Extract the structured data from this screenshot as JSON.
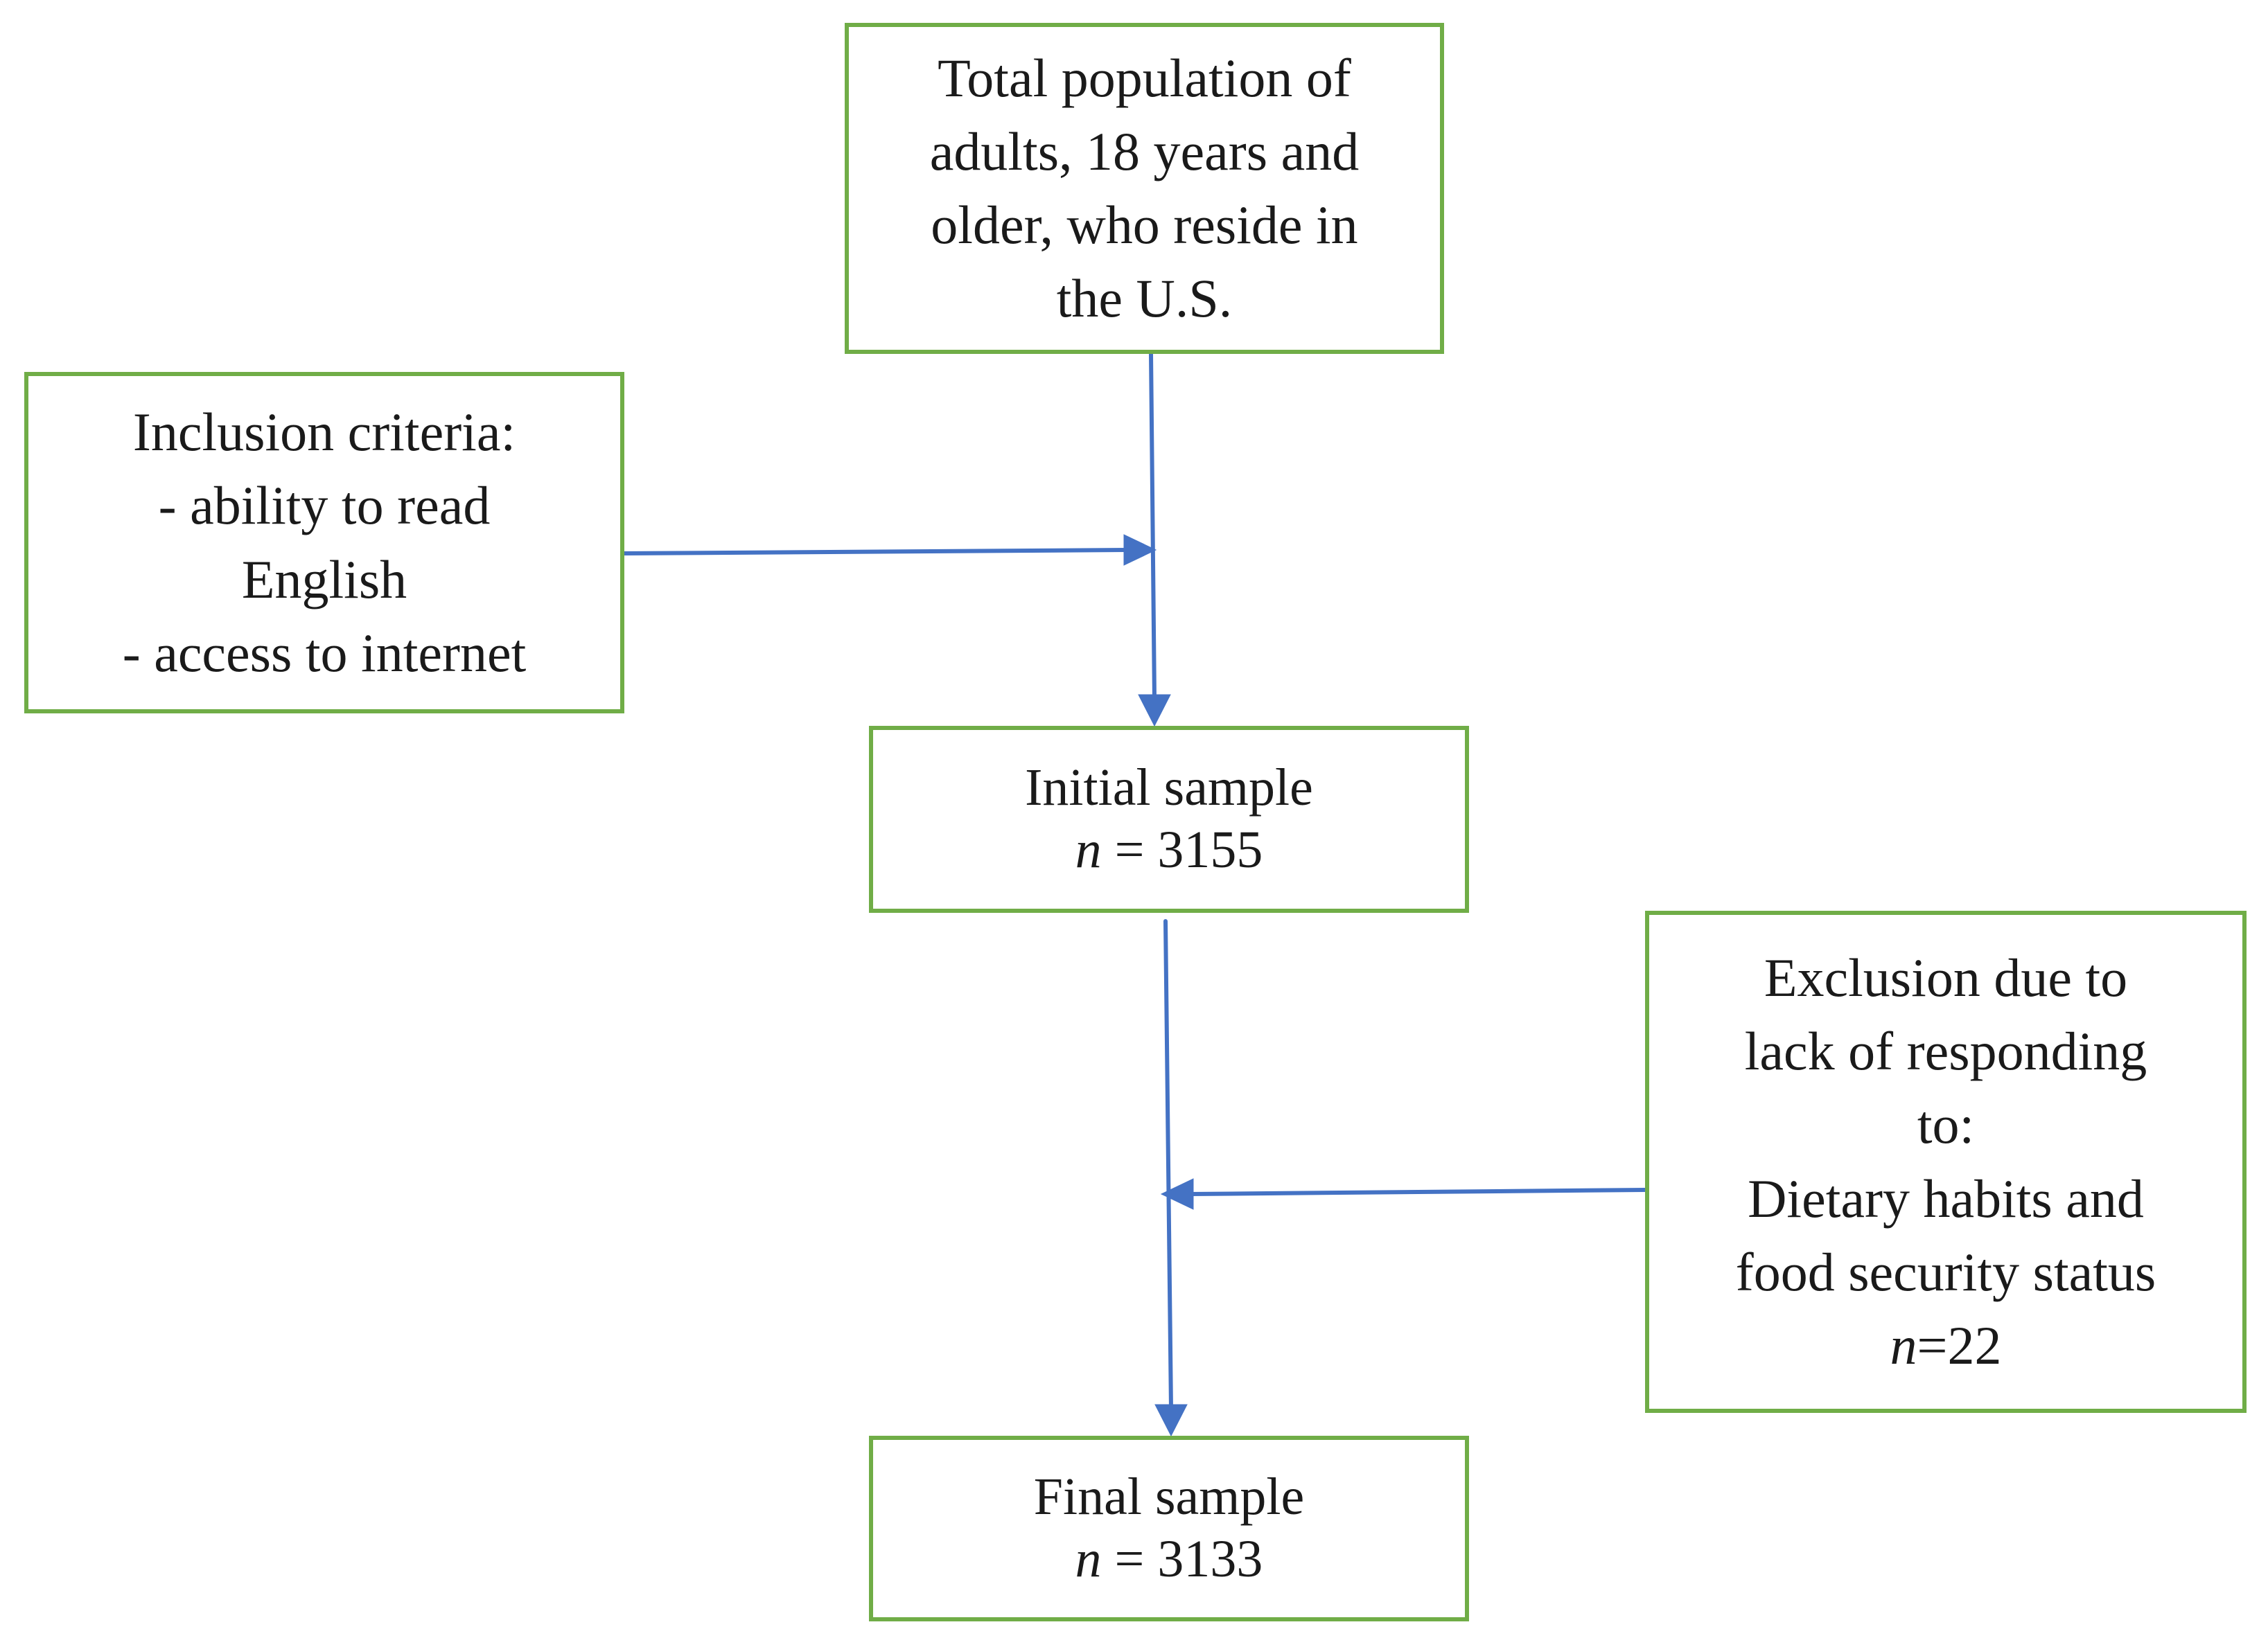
{
  "diagram": {
    "colors": {
      "box_border": "#70ad47",
      "arrow": "#4472c4",
      "text": "#1a1a1a"
    },
    "population_box": {
      "lines": [
        "Total population of",
        "adults, 18 years and",
        "older, who reside in",
        "the U.S."
      ]
    },
    "inclusion_box": {
      "lines": [
        "Inclusion criteria:",
        "- ability to read",
        "English",
        "- access to internet"
      ]
    },
    "initial_sample_box": {
      "title": "Initial sample",
      "n_symbol": "n",
      "n_value": " = 3155"
    },
    "exclusion_box": {
      "lines": [
        "Exclusion due to",
        "lack of responding",
        "to:",
        "Dietary habits and",
        "food security status"
      ],
      "n_symbol": "n",
      "n_value": "=22"
    },
    "final_sample_box": {
      "title": "Final sample",
      "n_symbol": "n",
      "n_value": " = 3133"
    }
  }
}
